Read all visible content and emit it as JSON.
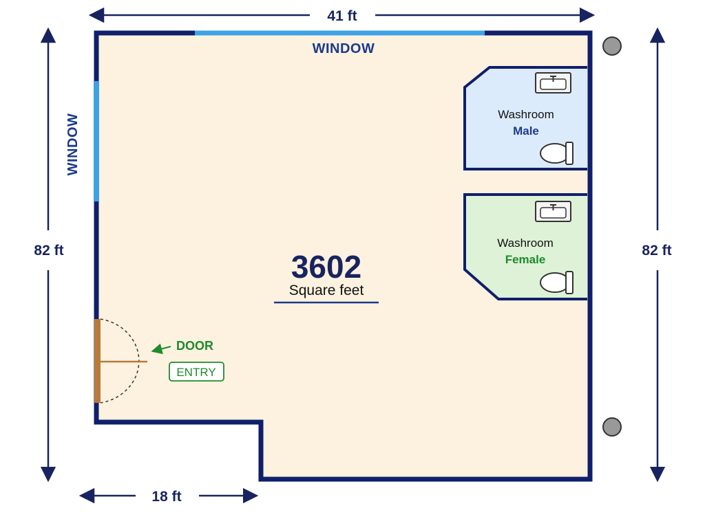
{
  "plan": {
    "dimensions": {
      "top": "41 ft",
      "left": "82 ft",
      "right": "82 ft",
      "bottom": "18 ft"
    },
    "windows": {
      "top": "WINDOW",
      "left": "WINDOW"
    },
    "area": {
      "value": "3602",
      "unit": "Square feet"
    },
    "rooms": {
      "male": {
        "title": "Washroom",
        "subtitle": "Male"
      },
      "female": {
        "title": "Washroom",
        "subtitle": "Female"
      }
    },
    "door": {
      "label": "DOOR",
      "entry": "ENTRY"
    },
    "colors": {
      "wall": "#0f1f6b",
      "floor": "#fdf1df",
      "window": "#3da2e6",
      "male_room": "#dcebfb",
      "female_room": "#ddf2d6",
      "door": "#b87a3a",
      "accent_green": "#1f8a2e",
      "dimension": "#17245f"
    },
    "icons": [
      "arrow-icon",
      "sink-icon",
      "toilet-icon",
      "column-icon"
    ]
  }
}
